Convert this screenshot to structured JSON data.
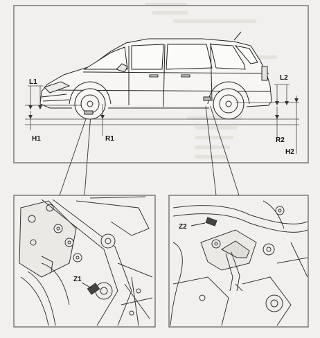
{
  "labels": {
    "front_overhang": "L1",
    "rear_overhang": "L2",
    "front_height": "H1",
    "rear_height": "H2",
    "front_wheel_ref": "R1",
    "rear_wheel_ref": "R2",
    "front_point": "Z1",
    "rear_point": "Z2"
  },
  "colors": {
    "paper": "#f2f0ee",
    "ink": "#111111",
    "line": "#555555",
    "frame": "#666666"
  },
  "icons": {
    "vehicle": "minivan-side-view",
    "front_detail": "front-underbody-measure-point",
    "rear_detail": "rear-underbody-measure-point"
  }
}
